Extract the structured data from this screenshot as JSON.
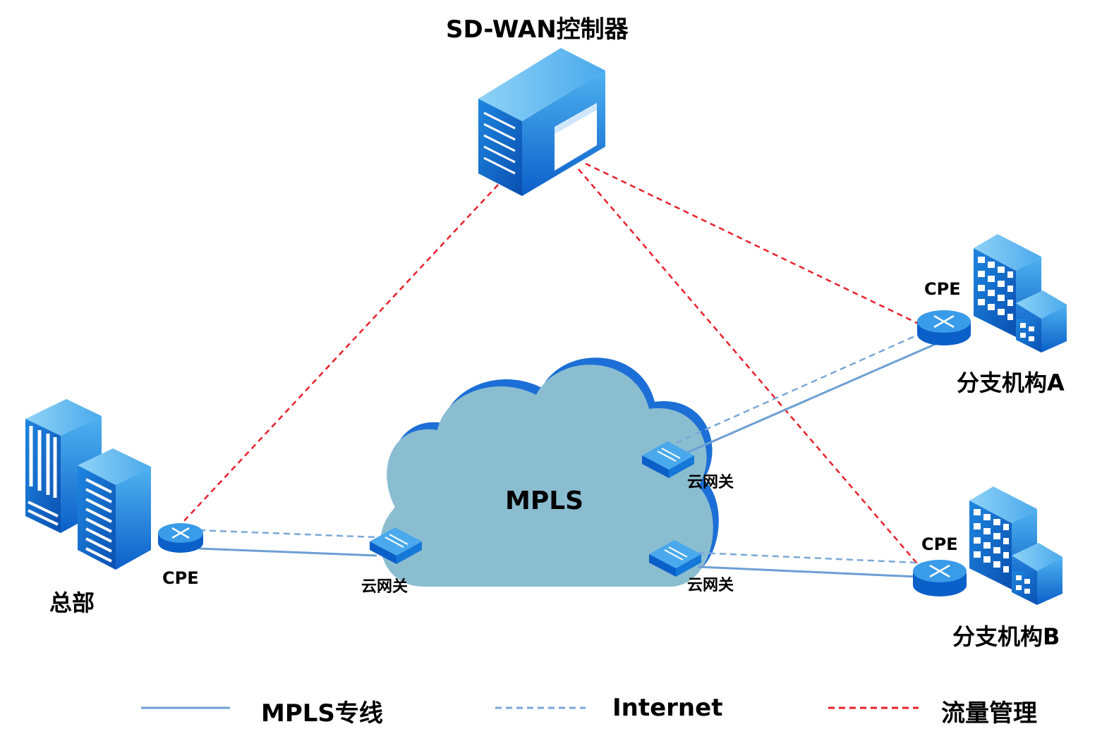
{
  "controller": {
    "label": "SD-WAN控制器",
    "icon": "controller-server-icon"
  },
  "cloud": {
    "label": "MPLS"
  },
  "headquarters": {
    "label": "总部",
    "cpe_label": "CPE",
    "icon": "datacenter-servers-icon"
  },
  "branch_a": {
    "label": "分支机构A",
    "cpe_label": "CPE",
    "icon": "office-building-icon"
  },
  "branch_b": {
    "label": "分支机构B",
    "cpe_label": "CPE",
    "icon": "office-building-icon"
  },
  "gateways": [
    {
      "label": "云网关"
    },
    {
      "label": "云网关"
    },
    {
      "label": "云网关"
    }
  ],
  "legend": [
    {
      "label": "MPLS专线",
      "style": "solid",
      "color": "#6d9fd3"
    },
    {
      "label": "Internet",
      "style": "dashed",
      "color": "#6d9fd3"
    },
    {
      "label": "流量管理",
      "style": "dashed",
      "color": "#e8202a"
    }
  ],
  "colors": {
    "mpls_line": "#6d9fd3",
    "internet_line": "#7aa8d8",
    "traffic_line": "#e8202a",
    "cloud_fill": "#8bbdd1",
    "cloud_shadow": "#1c6fd6",
    "device_blue": "#1478d8"
  }
}
